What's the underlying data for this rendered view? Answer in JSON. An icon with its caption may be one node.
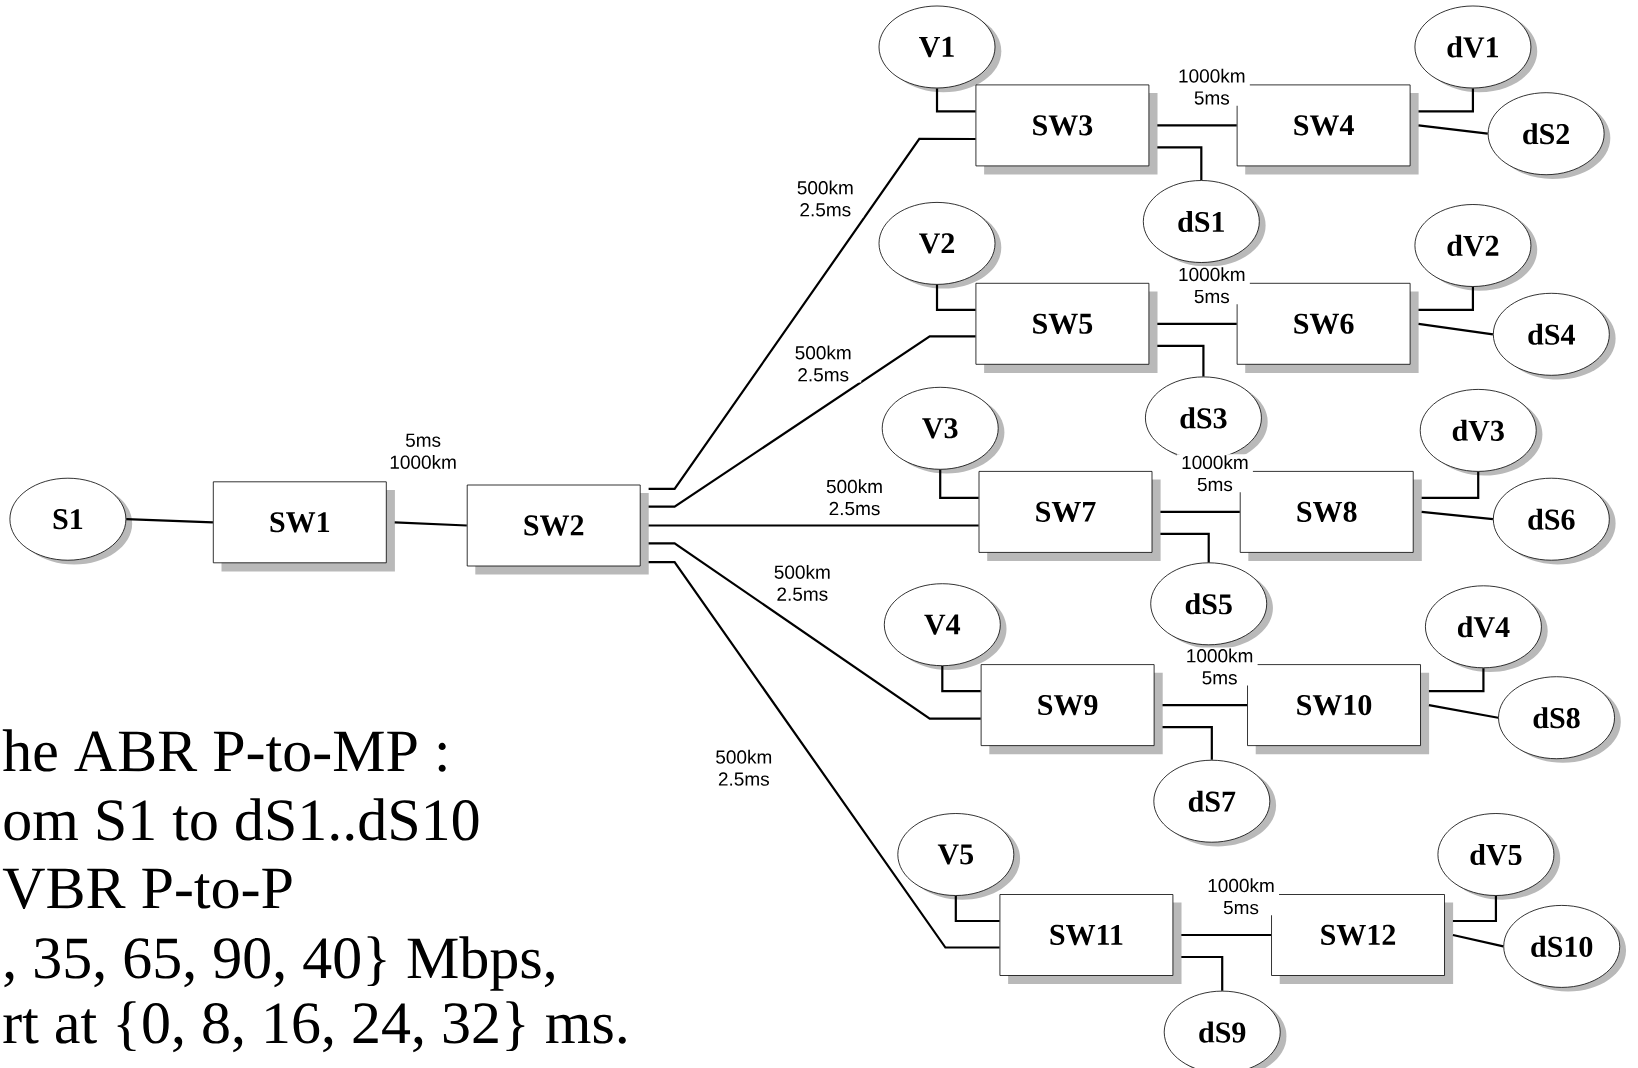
{
  "diagram": {
    "nodes": [
      {
        "text": [
          "S1"
        ]
      },
      {
        "text": [
          "SW1"
        ]
      },
      {
        "text": [
          "SW2"
        ]
      },
      {
        "text": [
          "V1"
        ]
      },
      {
        "text": [
          "SW3"
        ]
      },
      {
        "text": [
          "SW4"
        ]
      },
      {
        "text": [
          "dV1"
        ]
      },
      {
        "text": [
          "dS2"
        ]
      },
      {
        "text": [
          "dS1"
        ]
      },
      {
        "text": [
          "V2"
        ]
      },
      {
        "text": [
          "SW5"
        ]
      },
      {
        "text": [
          "SW6"
        ]
      },
      {
        "text": [
          "dV2"
        ]
      },
      {
        "text": [
          "dS4"
        ]
      },
      {
        "text": [
          "dS3"
        ]
      },
      {
        "text": [
          "V3"
        ]
      },
      {
        "text": [
          "SW7"
        ]
      },
      {
        "text": [
          "SW8"
        ]
      },
      {
        "text": [
          "dV3"
        ]
      },
      {
        "text": [
          "dS6"
        ]
      },
      {
        "text": [
          "dS5"
        ]
      },
      {
        "text": [
          "V4"
        ]
      },
      {
        "text": [
          "SW9"
        ]
      },
      {
        "text": [
          "SW10"
        ]
      },
      {
        "text": [
          "dV4"
        ]
      },
      {
        "text": [
          "dS8"
        ]
      },
      {
        "text": [
          "dS7"
        ]
      },
      {
        "text": [
          "V5"
        ]
      },
      {
        "text": [
          "SW11"
        ]
      },
      {
        "text": [
          "SW12"
        ]
      },
      {
        "text": [
          "dV5"
        ]
      },
      {
        "text": [
          "dS10"
        ]
      },
      {
        "text": [
          "dS9"
        ]
      }
    ],
    "edges": [
      {
        "from": 0,
        "to": 1,
        "arrow": "none"
      },
      {
        "from": 1,
        "to": 2,
        "arrow": "none",
        "label": "5ms 1000km"
      },
      {
        "from": 2,
        "to": 4,
        "arrow": "none",
        "label": "500km 2.5ms"
      },
      {
        "from": 3,
        "to": 4,
        "arrow": "none"
      },
      {
        "from": 4,
        "to": 5,
        "arrow": "none",
        "label": "1000km 5ms"
      },
      {
        "from": 5,
        "to": 6,
        "arrow": "none"
      },
      {
        "from": 5,
        "to": 7,
        "arrow": "none"
      },
      {
        "from": 4,
        "to": 8,
        "arrow": "none"
      },
      {
        "from": 2,
        "to": 10,
        "arrow": "none",
        "label": "500km 2.5ms"
      },
      {
        "from": 9,
        "to": 10,
        "arrow": "none"
      },
      {
        "from": 10,
        "to": 11,
        "arrow": "none",
        "label": "1000km 5ms"
      },
      {
        "from": 11,
        "to": 12,
        "arrow": "none"
      },
      {
        "from": 11,
        "to": 13,
        "arrow": "none"
      },
      {
        "from": 10,
        "to": 14,
        "arrow": "none"
      },
      {
        "from": 2,
        "to": 16,
        "arrow": "none",
        "label": "500km 2.5ms"
      },
      {
        "from": 15,
        "to": 16,
        "arrow": "none"
      },
      {
        "from": 16,
        "to": 17,
        "arrow": "none",
        "label": "1000km 5ms"
      },
      {
        "from": 17,
        "to": 18,
        "arrow": "none"
      },
      {
        "from": 17,
        "to": 19,
        "arrow": "none"
      },
      {
        "from": 16,
        "to": 20,
        "arrow": "none"
      },
      {
        "from": 2,
        "to": 22,
        "arrow": "none",
        "label": "500km 2.5ms"
      },
      {
        "from": 21,
        "to": 22,
        "arrow": "none"
      },
      {
        "from": 22,
        "to": 23,
        "arrow": "none",
        "label": "1000km 5ms"
      },
      {
        "from": 23,
        "to": 24,
        "arrow": "none"
      },
      {
        "from": 23,
        "to": 25,
        "arrow": "none"
      },
      {
        "from": 22,
        "to": 26,
        "arrow": "none"
      },
      {
        "from": 2,
        "to": 28,
        "arrow": "none",
        "label": "500km 2.5ms"
      },
      {
        "from": 27,
        "to": 28,
        "arrow": "none"
      },
      {
        "from": 28,
        "to": 29,
        "arrow": "none",
        "label": "1000km 5ms"
      },
      {
        "from": 29,
        "to": 30,
        "arrow": "none"
      },
      {
        "from": 29,
        "to": 31,
        "arrow": "none"
      },
      {
        "from": 28,
        "to": 32,
        "arrow": "none"
      }
    ],
    "labels": [
      "he ABR P-to-MP :",
      "om S1 to dS1..dS10",
      "VBR P-to-P",
      ", 35, 65, 90, 40} Mbps,",
      "rt at {0, 8, 16, 24, 32} ms."
    ]
  }
}
